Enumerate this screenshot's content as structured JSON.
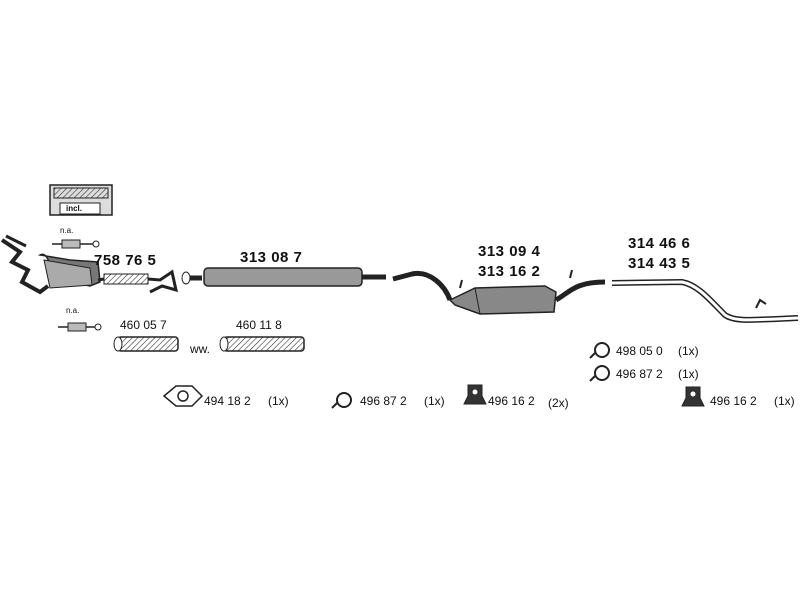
{
  "box_label": "incl.",
  "na_top": "n.a.",
  "na_bottom": "n.a.",
  "ww": "ww.",
  "parts": {
    "catalyst": "758 76 5",
    "front_muffler": "313 08 7",
    "middle_muffler_1": "313 09 4",
    "middle_muffler_2": "313 16 2",
    "rear_pipe_1": "314 46 6",
    "rear_pipe_2": "314 43 5",
    "flex_pipe_1": "460 05 7",
    "flex_pipe_2": "460 11 8"
  },
  "accessories": {
    "gasket": {
      "num": "494 18 2",
      "qty": "(1x)"
    },
    "clamp_a": {
      "num": "496 87 2",
      "qty": "(1x)"
    },
    "hanger_a": {
      "num": "496 16 2",
      "qty": "(2x)"
    },
    "clamp_b": {
      "num": "498 05 0",
      "qty": "(1x)"
    },
    "clamp_c": {
      "num": "496 87 2",
      "qty": "(1x)"
    },
    "hanger_b": {
      "num": "496 16 2",
      "qty": "(1x)"
    }
  },
  "colors": {
    "line": "#222222",
    "fill_light": "#e8e8e8",
    "fill_dark": "#555555"
  }
}
